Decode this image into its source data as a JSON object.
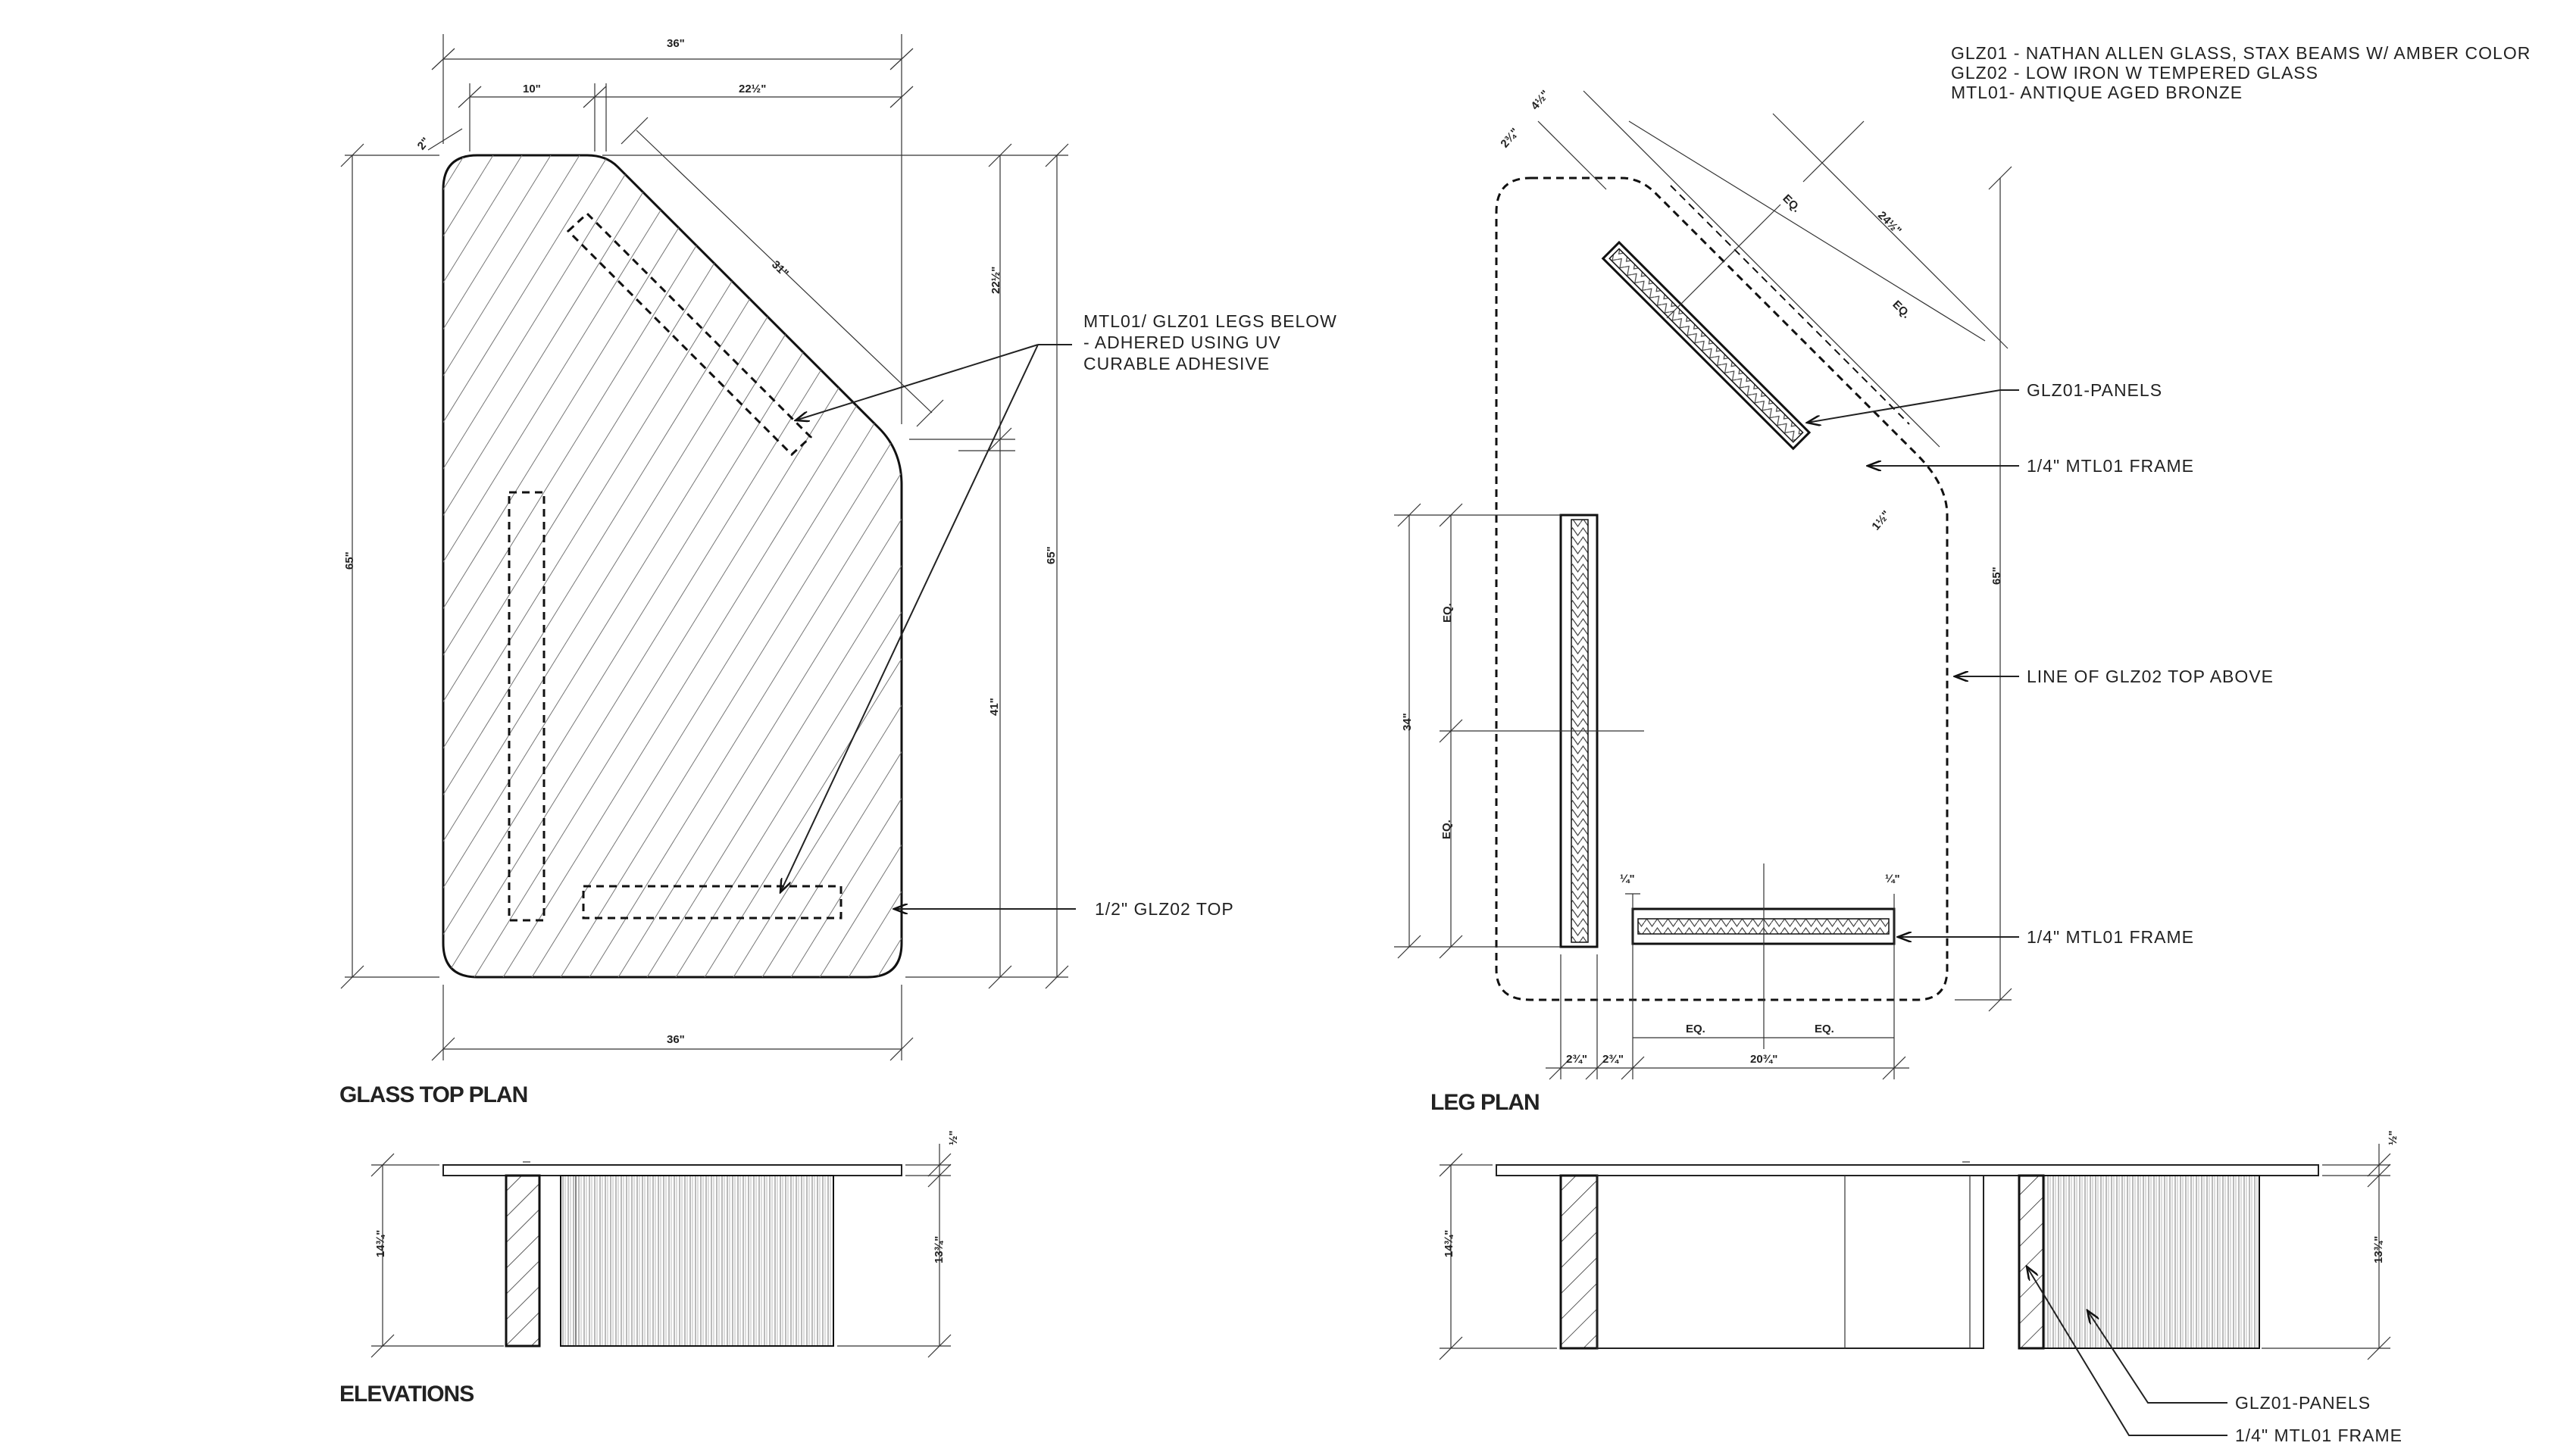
{
  "legend": {
    "line1": "GLZ01 - NATHAN ALLEN GLASS, STAX BEAMS W/ AMBER COLOR",
    "line2": "GLZ02 - LOW IRON W TEMPERED GLASS",
    "line3": "MTL01- ANTIQUE AGED BRONZE"
  },
  "titles": {
    "glass_top_plan": "GLASS TOP PLAN",
    "leg_plan": "LEG PLAN",
    "elevations": "ELEVATIONS"
  },
  "notes": {
    "legs_below_1": "MTL01/ GLZ01 LEGS BELOW",
    "legs_below_2": "- ADHERED USING UV",
    "legs_below_3": "CURABLE ADHESIVE",
    "glz02_top": "1/2\" GLZ02 TOP",
    "glz01_panels": "GLZ01-PANELS",
    "frame_quarter": "1/4\" MTL01 FRAME",
    "line_of_top": "LINE OF GLZ02 TOP ABOVE"
  },
  "dims": {
    "top_36": "36\"",
    "top_10": "10\"",
    "top_22_5": "22½\"",
    "corner_2": "2\"",
    "diag_31": "31\"",
    "right_22_5": "22½\"",
    "right_65": "65\"",
    "right_41": "41\"",
    "left_65": "65\"",
    "bottom_36": "36\"",
    "leg_2_75": "2¾\"",
    "leg_4_5": "4½\"",
    "leg_24_5": "24½\"",
    "eq": "EQ.",
    "leg_1_5": "1½\"",
    "leg_34": "34\"",
    "leg_65": "65\"",
    "leg_quarter": "¼\"",
    "leg_20_75": "20¾\"",
    "elev_half": "½\"",
    "elev_14_75": "14¾\"",
    "elev_13_75": "13¾\""
  }
}
